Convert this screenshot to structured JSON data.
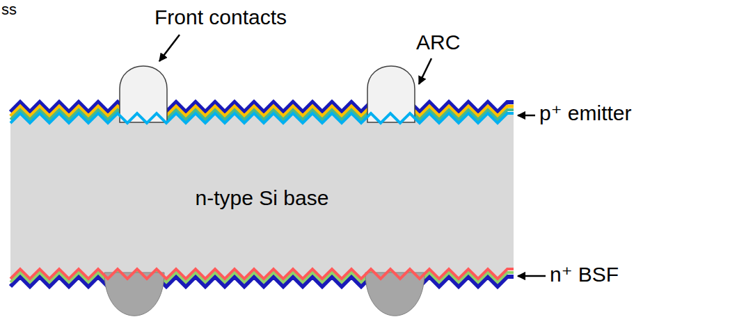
{
  "diagram": {
    "nodes": [
      {
        "text": [
          "n-type Si base"
        ]
      }
    ],
    "labels": [
      "ss",
      "Front contacts",
      "ARC",
      "p⁺ emitter",
      "n⁺ BSF"
    ]
  }
}
